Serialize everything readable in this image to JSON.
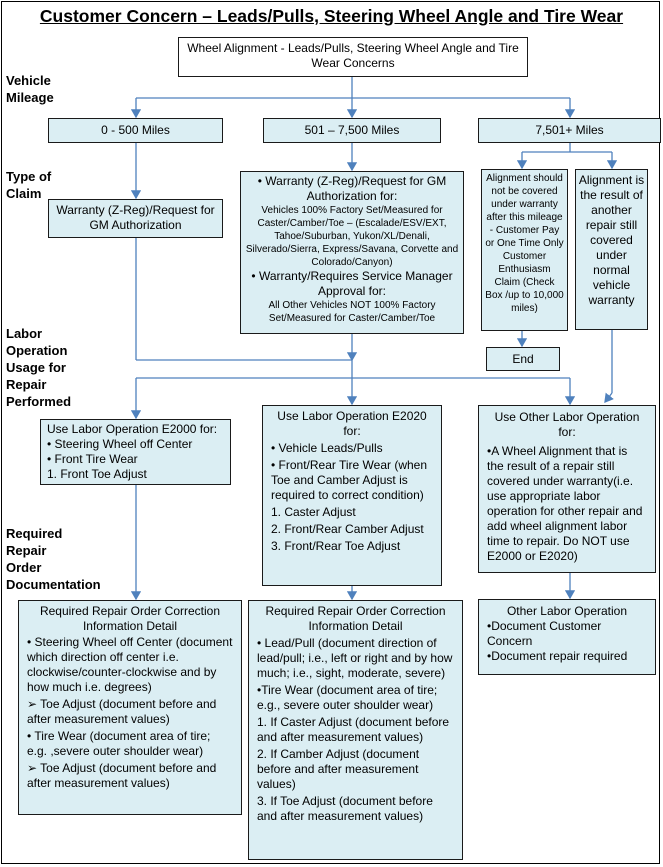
{
  "title": "Customer Concern – Leads/Pulls, Steering Wheel Angle and Tire Wear",
  "root_box": "Wheel Alignment - Leads/Pulls, Steering Wheel Angle and Tire Wear Concerns",
  "side_labels": {
    "vehicle_mileage": [
      "Vehicle",
      "Mileage"
    ],
    "type_of_claim": [
      "Type of",
      "Claim"
    ],
    "labor_operation": [
      "Labor",
      "Operation",
      "Usage for",
      "Repair",
      "Performed"
    ],
    "required_doc": [
      "Required",
      "Repair",
      "Order",
      "Documentation"
    ]
  },
  "mileage": [
    "0 - 500 Miles",
    "501 – 7,500 Miles",
    "7,501+ Miles"
  ],
  "claim": {
    "left": "Warranty (Z-Reg)/Request for GM  Authorization",
    "center": {
      "head1": "• Warranty (Z-Reg)/Request for GM Authorization for:",
      "body1": "Vehicles 100% Factory Set/Measured for Caster/Camber/Toe – (Escalade/ESV/EXT, Tahoe/Suburban, Yukon/XL/Denali, Silverado/Sierra, Express/Savana,  Corvette and Colorado/Canyon)",
      "head2": "• Warranty/Requires Service Manager Approval for:",
      "body2": "All Other Vehicles NOT 100% Factory Set/Measured for Caster/Camber/Toe"
    },
    "right_a": "Alignment should not be covered under warranty after this mileage - Customer Pay or  One Time Only Customer Enthusiasm Claim (Check Box /up to 10,000 miles)",
    "right_b": "Alignment is the result of another repair still covered under normal vehicle warranty",
    "end": "End"
  },
  "labor": {
    "left": {
      "title": "Use Labor Operation E2000 for:",
      "items": [
        "• Steering Wheel off Center",
        "• Front Tire Wear",
        "1.     Front Toe Adjust"
      ]
    },
    "center": {
      "title": "Use Labor Operation E2020 for:",
      "items": [
        "• Vehicle Leads/Pulls",
        "• Front/Rear Tire Wear (when Toe and Camber Adjust is required to correct condition)",
        "1.    Caster Adjust",
        "2.    Front/Rear Camber Adjust",
        "3.    Front/Rear Toe Adjust"
      ]
    },
    "right": {
      "title": "Use Other Labor Operation for:",
      "body": "•A Wheel Alignment that is the result of a repair still covered under warranty(i.e. use appropriate labor operation for other repair and add wheel alignment labor time to repair. Do NOT use E2000 or E2020)"
    }
  },
  "doc": {
    "left": {
      "title": "Required Repair Order Correction Information Detail",
      "items": [
        "• Steering Wheel off Center (document which direction off center i.e. clockwise/counter-clockwise and by how much i.e. degrees)",
        "➢    Toe Adjust (document before and after measurement values)",
        "• Tire Wear (document area of tire; e.g. ,severe outer shoulder wear)",
        "➢    Toe Adjust (document before and after measurement values)"
      ]
    },
    "center": {
      "title": "Required Repair Order Correction Information Detail",
      "items": [
        "• Lead/Pull (document direction of lead/pull; i.e., left or right and by how much; i.e., sight, moderate, severe)",
        "•Tire Wear (document area of tire; e.g., severe outer shoulder wear)",
        "1.     If Caster Adjust (document before and after measurement values)",
        "2.    If Camber Adjust (document before and after measurement values)",
        "3.    If Toe Adjust (document before and after measurement values)"
      ]
    },
    "right": {
      "title": "Other Labor Operation",
      "items": [
        "•Document Customer Concern",
        "•Document repair required"
      ]
    }
  },
  "colors": {
    "box_fill": "#dbeef3",
    "arrow": "#4f81bd"
  }
}
